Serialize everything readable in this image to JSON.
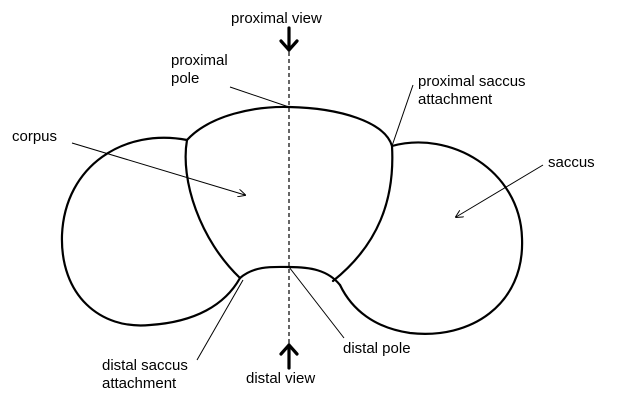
{
  "labels": {
    "proximal_view": "proximal view",
    "proximal_pole": "proximal\npole",
    "proximal_saccus_attachment": "proximal saccus\nattachment",
    "corpus": "corpus",
    "saccus": "saccus",
    "distal_saccus_attachment": "distal saccus\nattachment",
    "distal_pole": "distal pole",
    "distal_view": "distal view"
  },
  "colors": {
    "stroke": "#000000",
    "background": "#ffffff"
  }
}
